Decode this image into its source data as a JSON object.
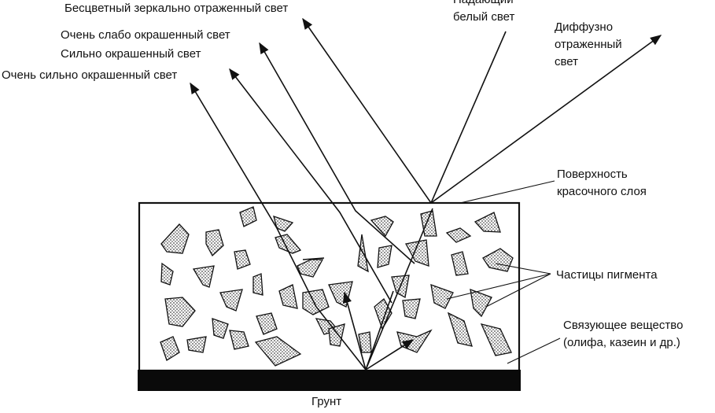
{
  "labels": {
    "specular": "Бесцветный зеркально отраженный свет",
    "incident": [
      "Падающий",
      "белый свет"
    ],
    "diffuse": [
      "Диффузно",
      "отраженный",
      "свет"
    ],
    "very_weak": "Очень слабо окрашенный свет",
    "strong": "Сильно окрашенный свет",
    "very_strong": "Очень сильно окрашенный свет",
    "surface": [
      "Поверхность",
      "красочного слоя"
    ],
    "pigment": "Частицы пигмента",
    "binder": [
      "Связующее вещество",
      "(олифа, казеин и др.)"
    ],
    "ground": "Грунт"
  }
}
